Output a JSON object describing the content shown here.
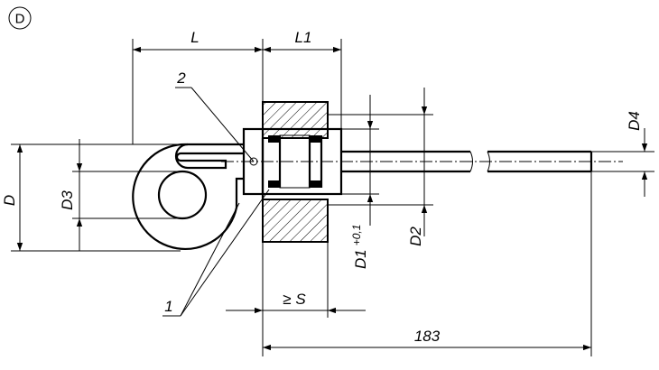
{
  "view_label": "D",
  "dimensions": {
    "L": "L",
    "L1": "L1",
    "D": "D",
    "D1": "D1",
    "D1_tolerance": "+0,1",
    "D2": "D2",
    "D3": "D3",
    "D4": "D4",
    "S": "≥ S",
    "length": "183"
  },
  "callouts": {
    "item1": "1",
    "item2": "2"
  }
}
